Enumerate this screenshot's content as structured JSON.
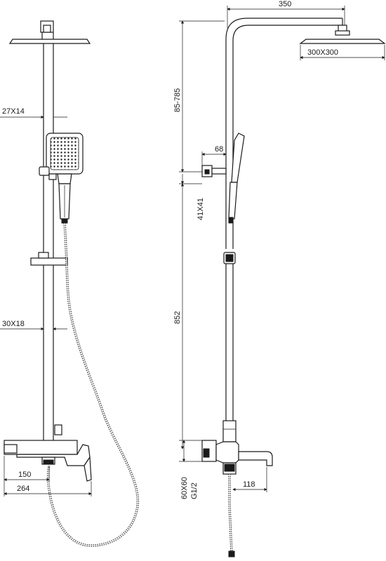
{
  "dimensions": {
    "arm_length": "350",
    "head_size": "300X300",
    "height_range": "85-785",
    "upper_pipe": "27X14",
    "holder_offset": "68",
    "holder_size": "41X41",
    "lower_pipe": "30X18",
    "bar_height": "852",
    "mixer_inner": "150",
    "mixer_width": "264",
    "wall_plate": "60X60",
    "thread": "G1/2",
    "spout": "118"
  }
}
